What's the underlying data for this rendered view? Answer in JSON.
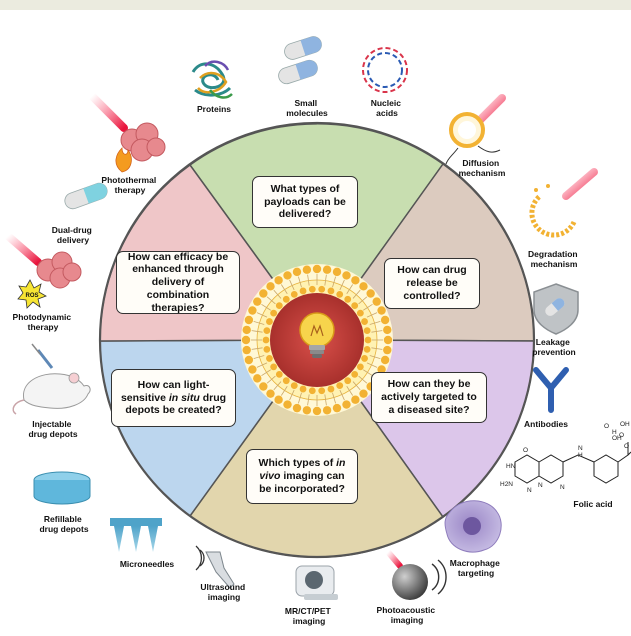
{
  "questions": {
    "payloads": "What types of payloads can be delivered?",
    "release": "How can drug release be controlled?",
    "targeting": "How can they be actively targeted to a diseased site?",
    "imaging_italic": "in vivo",
    "imaging_pre": "Which types of",
    "imaging_post": "imaging can be incorporated?",
    "depots_pre": "How can light-sensitive",
    "depots_italic": "in situ",
    "depots_post": "drug depots be created?",
    "combination": "How can efficacy be enhanced through delivery of combination therapies?"
  },
  "labels": {
    "proteins": "Proteins",
    "small_molecules": [
      "Small",
      "molecules"
    ],
    "nucleic_acids": [
      "Nucleic",
      "acids"
    ],
    "diffusion": [
      "Diffusion",
      "mechanism"
    ],
    "degradation": [
      "Degradation",
      "mechanism"
    ],
    "leakage": [
      "Leakage",
      "prevention"
    ],
    "antibodies": "Antibodies",
    "folic_acid": "Folic acid",
    "macrophage": [
      "Macrophage",
      "targeting"
    ],
    "photoacoustic": [
      "Photoacoustic",
      "imaging"
    ],
    "mr_ct_pet": [
      "MR/CT/PET",
      "imaging"
    ],
    "ultrasound": [
      "Ultrasound",
      "imaging"
    ],
    "microneedles": "Microneedles",
    "refillable": [
      "Refillable",
      "drug depots"
    ],
    "injectable": [
      "Injectable",
      "drug depots"
    ],
    "photodynamic": [
      "Photodynamic",
      "therapy"
    ],
    "dual_drug": [
      "Dual-drug",
      "delivery"
    ],
    "photothermal": [
      "Photothermal",
      "therapy"
    ],
    "ros_badge": "ROS",
    "folic_atoms": [
      "O",
      "N",
      "HN",
      "H2N",
      "N",
      "N",
      "N",
      "H",
      "H",
      "O",
      "OH",
      "O",
      "OH",
      "O"
    ]
  },
  "colors": {
    "payloads_sector": "#c8deb0",
    "release_sector": "#dccbbf",
    "targeting_sector": "#dcc6ea",
    "imaging_sector": "#e2d6ad",
    "depots_sector": "#bcd6ee",
    "combination_sector": "#efc6c8",
    "wheel_border": "#555555",
    "liposome_heads": "#f2b233",
    "core": "#c0403c",
    "bulb": "#f7d44c"
  }
}
